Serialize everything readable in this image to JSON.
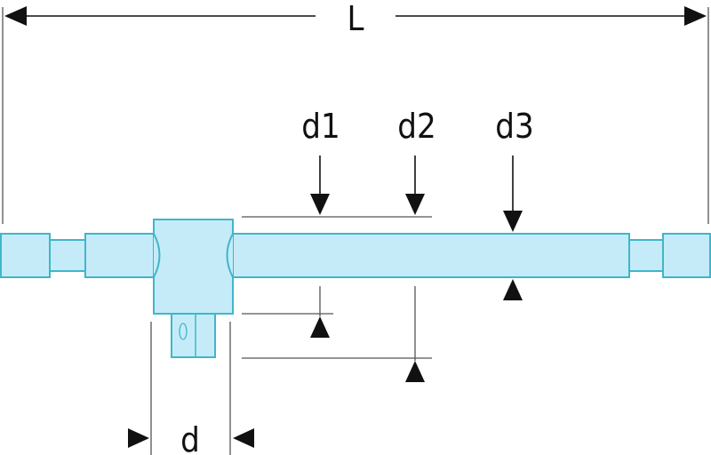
{
  "labels": {
    "L": "L",
    "d1": "d1",
    "d2": "d2",
    "d3": "d3",
    "d": "d"
  },
  "colors": {
    "part_fill": "#c6ebf8",
    "part_stroke": "#3fb6c9",
    "dimension": "#111111"
  }
}
